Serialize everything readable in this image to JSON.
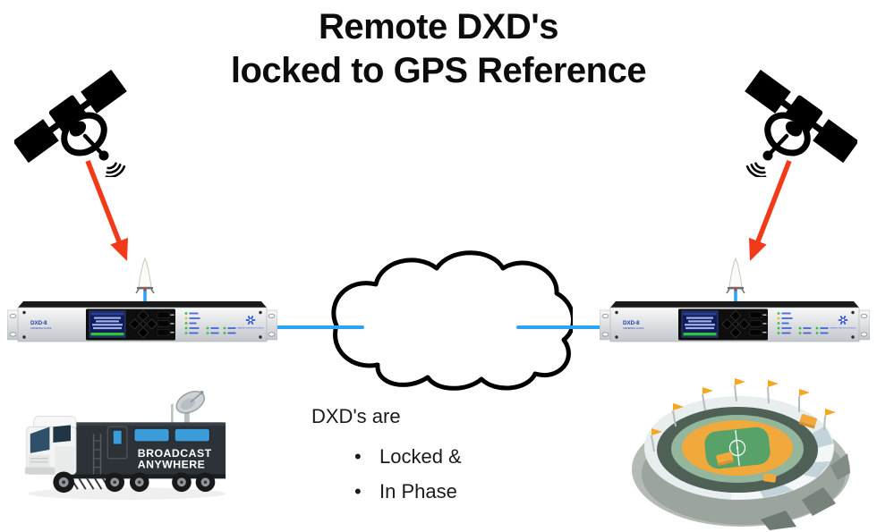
{
  "title": {
    "line1": "Remote DXD's",
    "line2": "locked to GPS Reference"
  },
  "caption": {
    "heading": "DXD's are",
    "bullet_char": "•",
    "bullets": [
      "Locked &",
      "In Phase"
    ]
  },
  "device": {
    "model": "DXD-8",
    "subtitle": "UNIVERSAL CLOCK",
    "brand": "BRAINSTORM ELECTRONICS"
  },
  "truck": {
    "label_line1": "BROADCAST",
    "label_line2": "ANYWHERE"
  },
  "colors": {
    "link_blue": "#2BA4F6",
    "arrow_red": "#F2391A",
    "cloud_outline": "#000000",
    "device_label_blue": "#1F3FA6",
    "led_green": "#35C340",
    "led_amber": "#E5C327",
    "screen_green_bar": "#2FC13E",
    "truck_window_blue": "#3C9BD9",
    "stadium_track_orange": "#F1A93C",
    "stadium_field_green": "#57A269"
  }
}
